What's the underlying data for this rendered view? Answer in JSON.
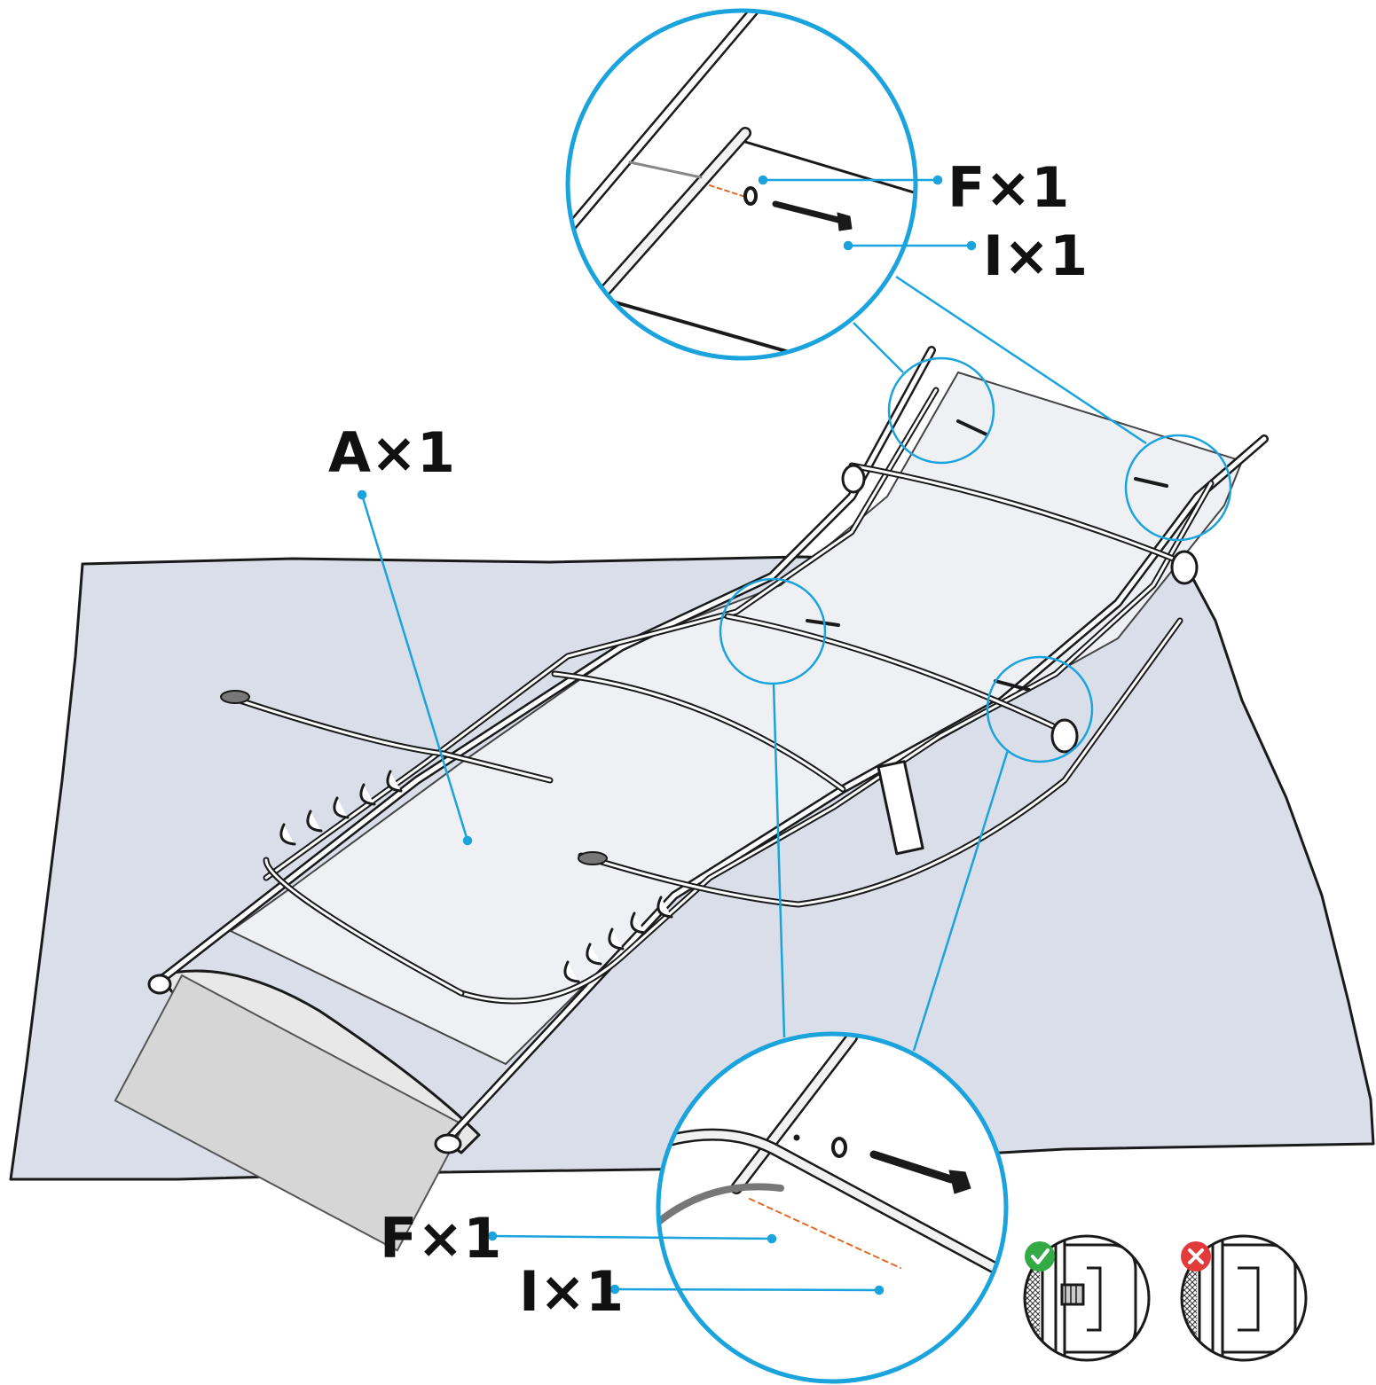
{
  "labels": {
    "part_a": "A×1",
    "top_f": "F×1",
    "top_i": "I×1",
    "bottom_f": "F×1",
    "bottom_i": "I×1"
  },
  "status": {
    "correct": "correct-check",
    "incorrect": "incorrect-cross"
  },
  "colors": {
    "callout": "#1aa3dc",
    "mat": "#d8dde8",
    "outline": "#1a1a1a",
    "correct": "#33aa44",
    "incorrect": "#e33b3b",
    "axis_dash": "#e06a2a"
  }
}
